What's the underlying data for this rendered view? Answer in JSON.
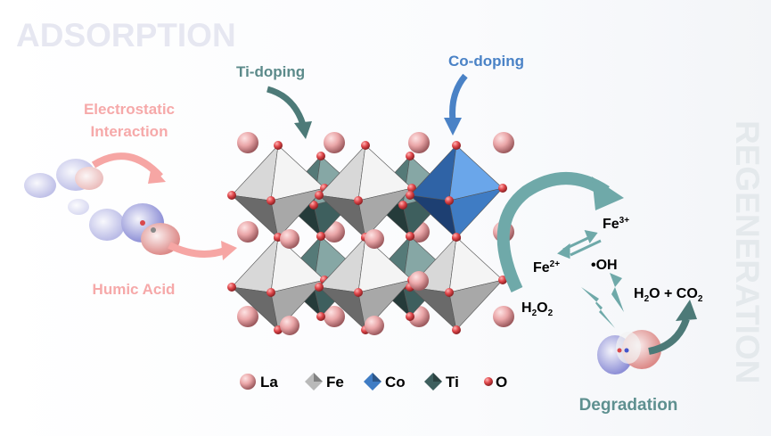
{
  "titles": {
    "adsorption": "ADSORPTION",
    "regeneration": "REGENERATION"
  },
  "labels": {
    "ti_doping": "Ti-doping",
    "co_doping": "Co-doping",
    "electrostatic_1": "Electrostatic",
    "electrostatic_2": "Interaction",
    "humic_acid": "Humic Acid",
    "degradation": "Degradation"
  },
  "chemistry": {
    "fe3": {
      "base": "Fe",
      "sup": "3+"
    },
    "fe2": {
      "base": "Fe",
      "sup": "2+"
    },
    "oh": "•OH",
    "h2o2": {
      "h": "H",
      "s1": "2",
      "o": "O",
      "s2": "2"
    },
    "products": {
      "h": "H",
      "s1": "2",
      "mid": "O + CO",
      "s2": "2"
    }
  },
  "legend": [
    {
      "symbol": "sphere",
      "label": "La",
      "color": "#e8a3a6"
    },
    {
      "symbol": "octahedron",
      "label": "Fe",
      "color": "#b9b9b9"
    },
    {
      "symbol": "octahedron",
      "label": "Co",
      "color": "#3f7cc4"
    },
    {
      "symbol": "octahedron",
      "label": "Ti",
      "color": "#3e5f5e"
    },
    {
      "symbol": "sphere-small",
      "label": "O",
      "color": "#d9484c"
    }
  ],
  "colors": {
    "teal": "#6fa9a9",
    "teal_dark": "#4d7a78",
    "pink": "#f6a6a4",
    "blue": "#4a82c6"
  }
}
